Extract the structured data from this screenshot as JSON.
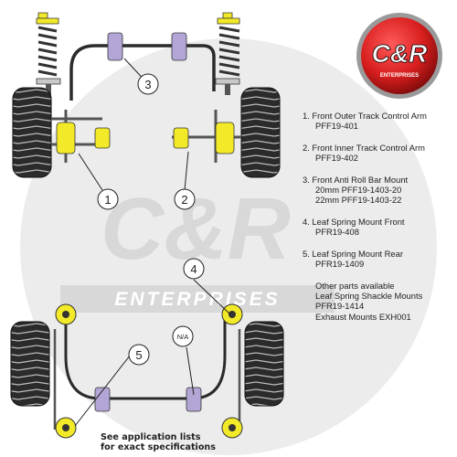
{
  "logo": {
    "big_text": "C&R",
    "sub_text": "ENTERPRISES"
  },
  "watermark": {
    "big_text": "C&R",
    "sub_text": "ENTERPRISES"
  },
  "callouts": [
    "1",
    "2",
    "3",
    "4",
    "5",
    "N/A"
  ],
  "legend": [
    {
      "lines": [
        "1.  Front Outer Track Control Arm",
        "PFF19-401"
      ]
    },
    {
      "lines": [
        "2.  Front Inner Track Control Arm",
        "PFF19-402"
      ]
    },
    {
      "lines": [
        "3.  Front Anti Roll Bar Mount",
        "20mm PFF19-1403-20",
        "22mm PFF19-1403-22"
      ]
    },
    {
      "lines": [
        "4.  Leaf Spring Mount Front",
        "PFR19-408"
      ]
    },
    {
      "lines": [
        "5.  Leaf Spring Mount Rear",
        "PFR19-1409"
      ]
    }
  ],
  "other_parts": [
    "Other parts available",
    "Leaf Spring Shackle Mounts",
    "PFR19-1414",
    "Exhaust Mounts EXH001"
  ],
  "note": [
    "See application lists",
    "for exact specifications"
  ],
  "colors": {
    "logo_red": "#d81e1e",
    "bush_yellow": "#f2ea28",
    "bush_purple": "#b3a6d6",
    "tyre_dark": "#2b2b2b",
    "watermark_grey": "#ececec"
  }
}
